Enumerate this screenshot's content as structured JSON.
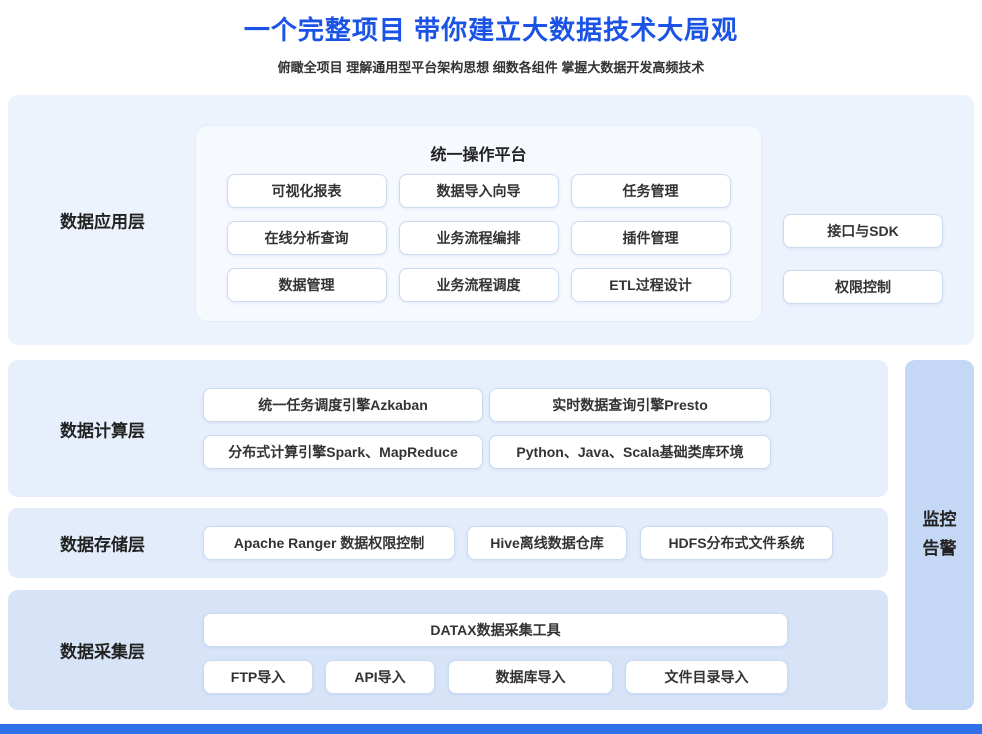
{
  "header": {
    "title": "一个完整项目 带你建立大数据技术大局观",
    "subtitle": "俯瞰全项目 理解通用型平台架构思想 细数各组件 掌握大数据开发高频技术"
  },
  "layers": {
    "application": {
      "label": "数据应用层",
      "platform": {
        "title": "统一操作平台",
        "buttons": [
          "可视化报表",
          "数据导入向导",
          "任务管理",
          "在线分析查询",
          "业务流程编排",
          "插件管理",
          "数据管理",
          "业务流程调度",
          "ETL过程设计"
        ]
      },
      "side_buttons": [
        "接口与SDK",
        "权限控制"
      ]
    },
    "computing": {
      "label": "数据计算层",
      "buttons": [
        "统一任务调度引擎Azkaban",
        "实时数据查询引擎Presto",
        "分布式计算引擎Spark、MapReduce",
        "Python、Java、Scala基础类库环境"
      ]
    },
    "storage": {
      "label": "数据存储层",
      "buttons": [
        "Apache Ranger 数据权限控制",
        "Hive离线数据仓库",
        "HDFS分布式文件系统"
      ]
    },
    "collection": {
      "label": "数据采集层",
      "wide_button": "DATAX数据采集工具",
      "buttons": [
        "FTP导入",
        "API导入",
        "数据库导入",
        "文件目录导入"
      ]
    }
  },
  "monitor": {
    "label": "监控告警"
  },
  "colors": {
    "title_blue": "#1a53e6",
    "layer_application_bg": "#edf3fd",
    "layer_computing_bg": "#e7effc",
    "layer_storage_bg": "#e2ecfa",
    "layer_collection_bg": "#d7e4f8",
    "monitor_bg": "#c4d8f6",
    "button_border": "#ccdaf1",
    "footer_bar": "#2f6fe8"
  }
}
